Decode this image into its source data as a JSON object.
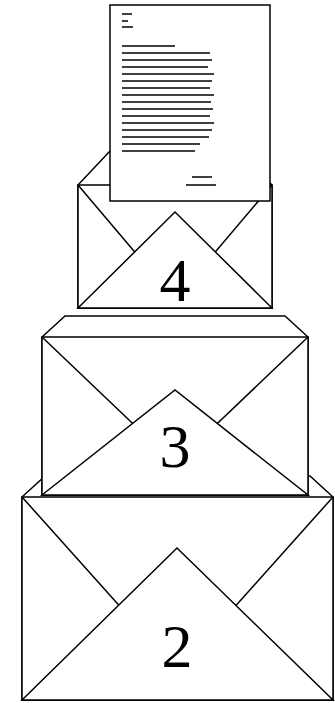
{
  "diagram": {
    "nodes": [
      {
        "text": [
          "4"
        ]
      },
      {
        "text": [
          "3"
        ]
      },
      {
        "text": [
          "2"
        ]
      }
    ]
  }
}
